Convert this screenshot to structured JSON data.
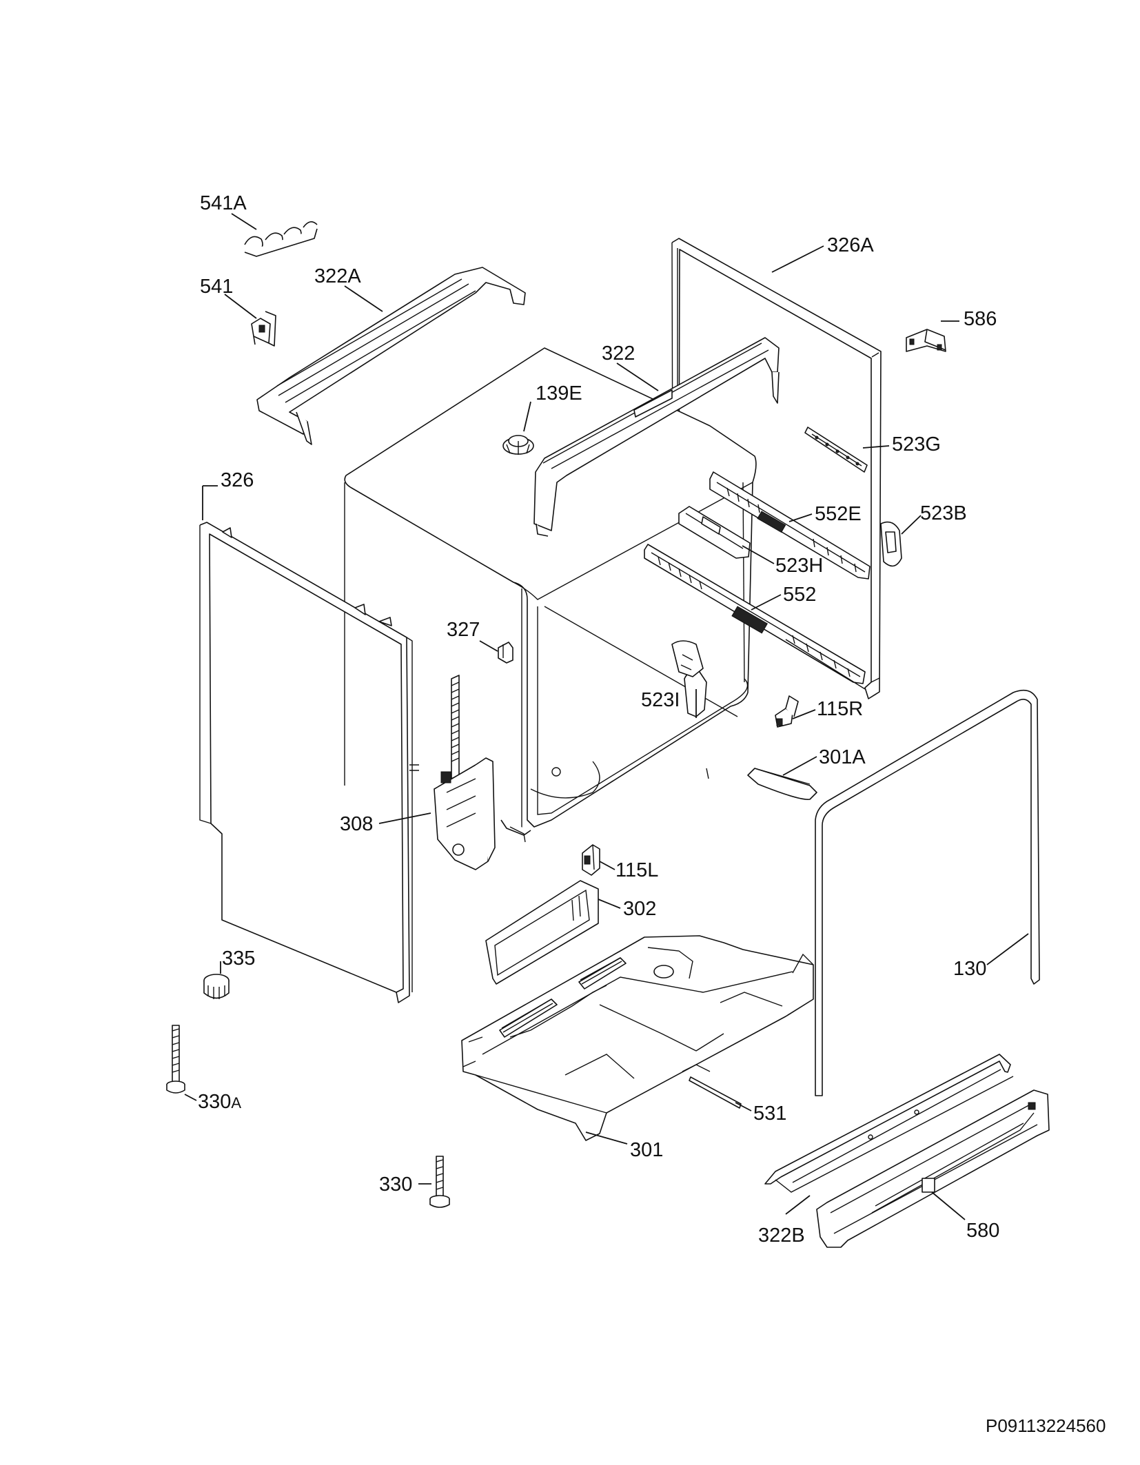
{
  "labels": {
    "p541A": "541A",
    "p541": "541",
    "p322A": "322A",
    "p326A": "326A",
    "p586": "586",
    "p322": "322",
    "p139E": "139E",
    "p523G": "523G",
    "p326": "326",
    "p552E": "552E",
    "p523B": "523B",
    "p523H": "523H",
    "p552": "552",
    "p327": "327",
    "p523I": "523I",
    "p115R": "115R",
    "p301A": "301A",
    "p308": "308",
    "p115L": "115L",
    "p302": "302",
    "p335": "335",
    "p130": "130",
    "p330A_num": "330",
    "p330A_suffix": "A",
    "p531": "531",
    "p301": "301",
    "p330": "330",
    "p322B": "322B",
    "p580": "580"
  },
  "footer": {
    "code": "P09113224560"
  }
}
